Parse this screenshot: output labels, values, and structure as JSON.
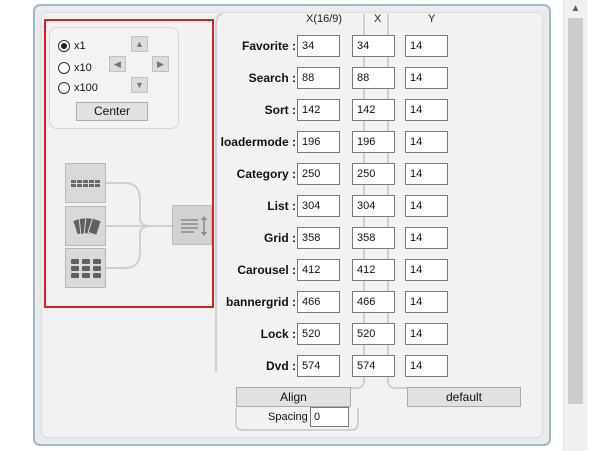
{
  "scrollbar": {
    "up_glyph": "▲"
  },
  "step_panel": {
    "options": [
      {
        "label": "x1",
        "selected": true
      },
      {
        "label": "x10",
        "selected": false
      },
      {
        "label": "x100",
        "selected": false
      }
    ],
    "arrows": {
      "up": "▲",
      "left": "◀",
      "right": "▶",
      "down": "▼"
    },
    "center_label": "Center"
  },
  "mode_buttons": [
    {
      "icon": "strip-grid-icon"
    },
    {
      "icon": "fan-cards-icon"
    },
    {
      "icon": "grid-icon"
    }
  ],
  "align_mode_button": {
    "icon": "list-sort-icon"
  },
  "columns": {
    "xr": "X(16/9)",
    "x": "X",
    "y": "Y"
  },
  "rows": [
    {
      "label": "Favorite :",
      "xr": "34",
      "x": "34",
      "y": "14"
    },
    {
      "label": "Search :",
      "xr": "88",
      "x": "88",
      "y": "14"
    },
    {
      "label": "Sort :",
      "xr": "142",
      "x": "142",
      "y": "14"
    },
    {
      "label": "loadermode :",
      "xr": "196",
      "x": "196",
      "y": "14"
    },
    {
      "label": "Category :",
      "xr": "250",
      "x": "250",
      "y": "14"
    },
    {
      "label": "List :",
      "xr": "304",
      "x": "304",
      "y": "14"
    },
    {
      "label": "Grid :",
      "xr": "358",
      "x": "358",
      "y": "14"
    },
    {
      "label": "Carousel :",
      "xr": "412",
      "x": "412",
      "y": "14"
    },
    {
      "label": "bannergrid :",
      "xr": "466",
      "x": "466",
      "y": "14"
    },
    {
      "label": "Lock :",
      "xr": "520",
      "x": "520",
      "y": "14"
    },
    {
      "label": "Dvd :",
      "xr": "574",
      "x": "574",
      "y": "14"
    }
  ],
  "footer": {
    "align_label": "Align",
    "default_label": "default",
    "spacing_label": "Spacing",
    "spacing_value": "0"
  },
  "colors": {
    "highlight_border": "#e02020",
    "panel_border": "#9fb8d2"
  }
}
